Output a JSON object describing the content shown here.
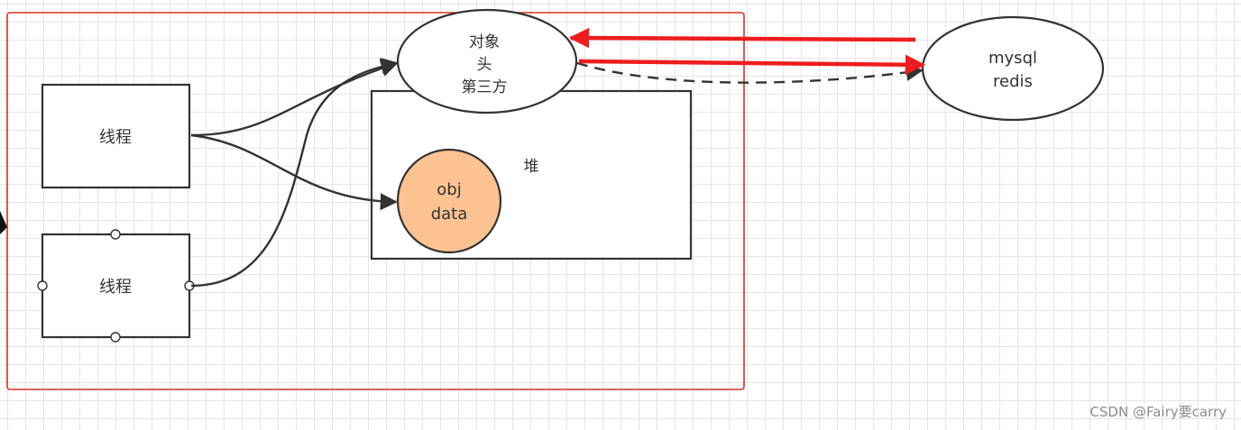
{
  "diagram": {
    "thread_1_label": "线程",
    "thread_2_label": "线程",
    "object_header_lines": [
      "对象",
      "头",
      "第三方"
    ],
    "heap_label": "堆",
    "obj_lines": [
      "obj",
      "data"
    ],
    "store_lines": [
      "mysql",
      "redis"
    ]
  },
  "colors": {
    "frame_border": "#d93025",
    "arrow_red": "#ee1c1c",
    "obj_fill": "#fbc392",
    "stroke": "#333333"
  },
  "watermark": "CSDN @Fairy要carry"
}
